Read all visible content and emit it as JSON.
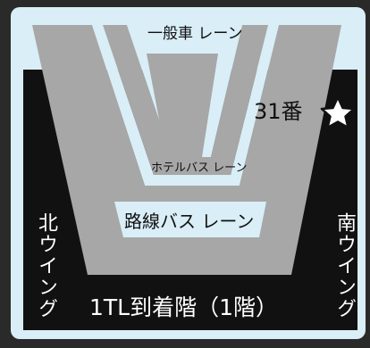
{
  "map": {
    "labels": {
      "general_lane": "一般車 レーン",
      "hotel_bus_lane": "ホテルバス レーン",
      "route_bus_lane": "路線バス レーン",
      "north_wing": "北ウイング",
      "south_wing": "南ウイング",
      "floor": "1TL到着階（1階）",
      "stop_number": "31番"
    },
    "marker": {
      "icon": "star-icon"
    },
    "colors": {
      "frame": "#2a2a2a",
      "ground": "#d9eef7",
      "terminal": "#111111",
      "lane_road": "#a7a7a7",
      "marker_fill": "#ffffff"
    }
  }
}
